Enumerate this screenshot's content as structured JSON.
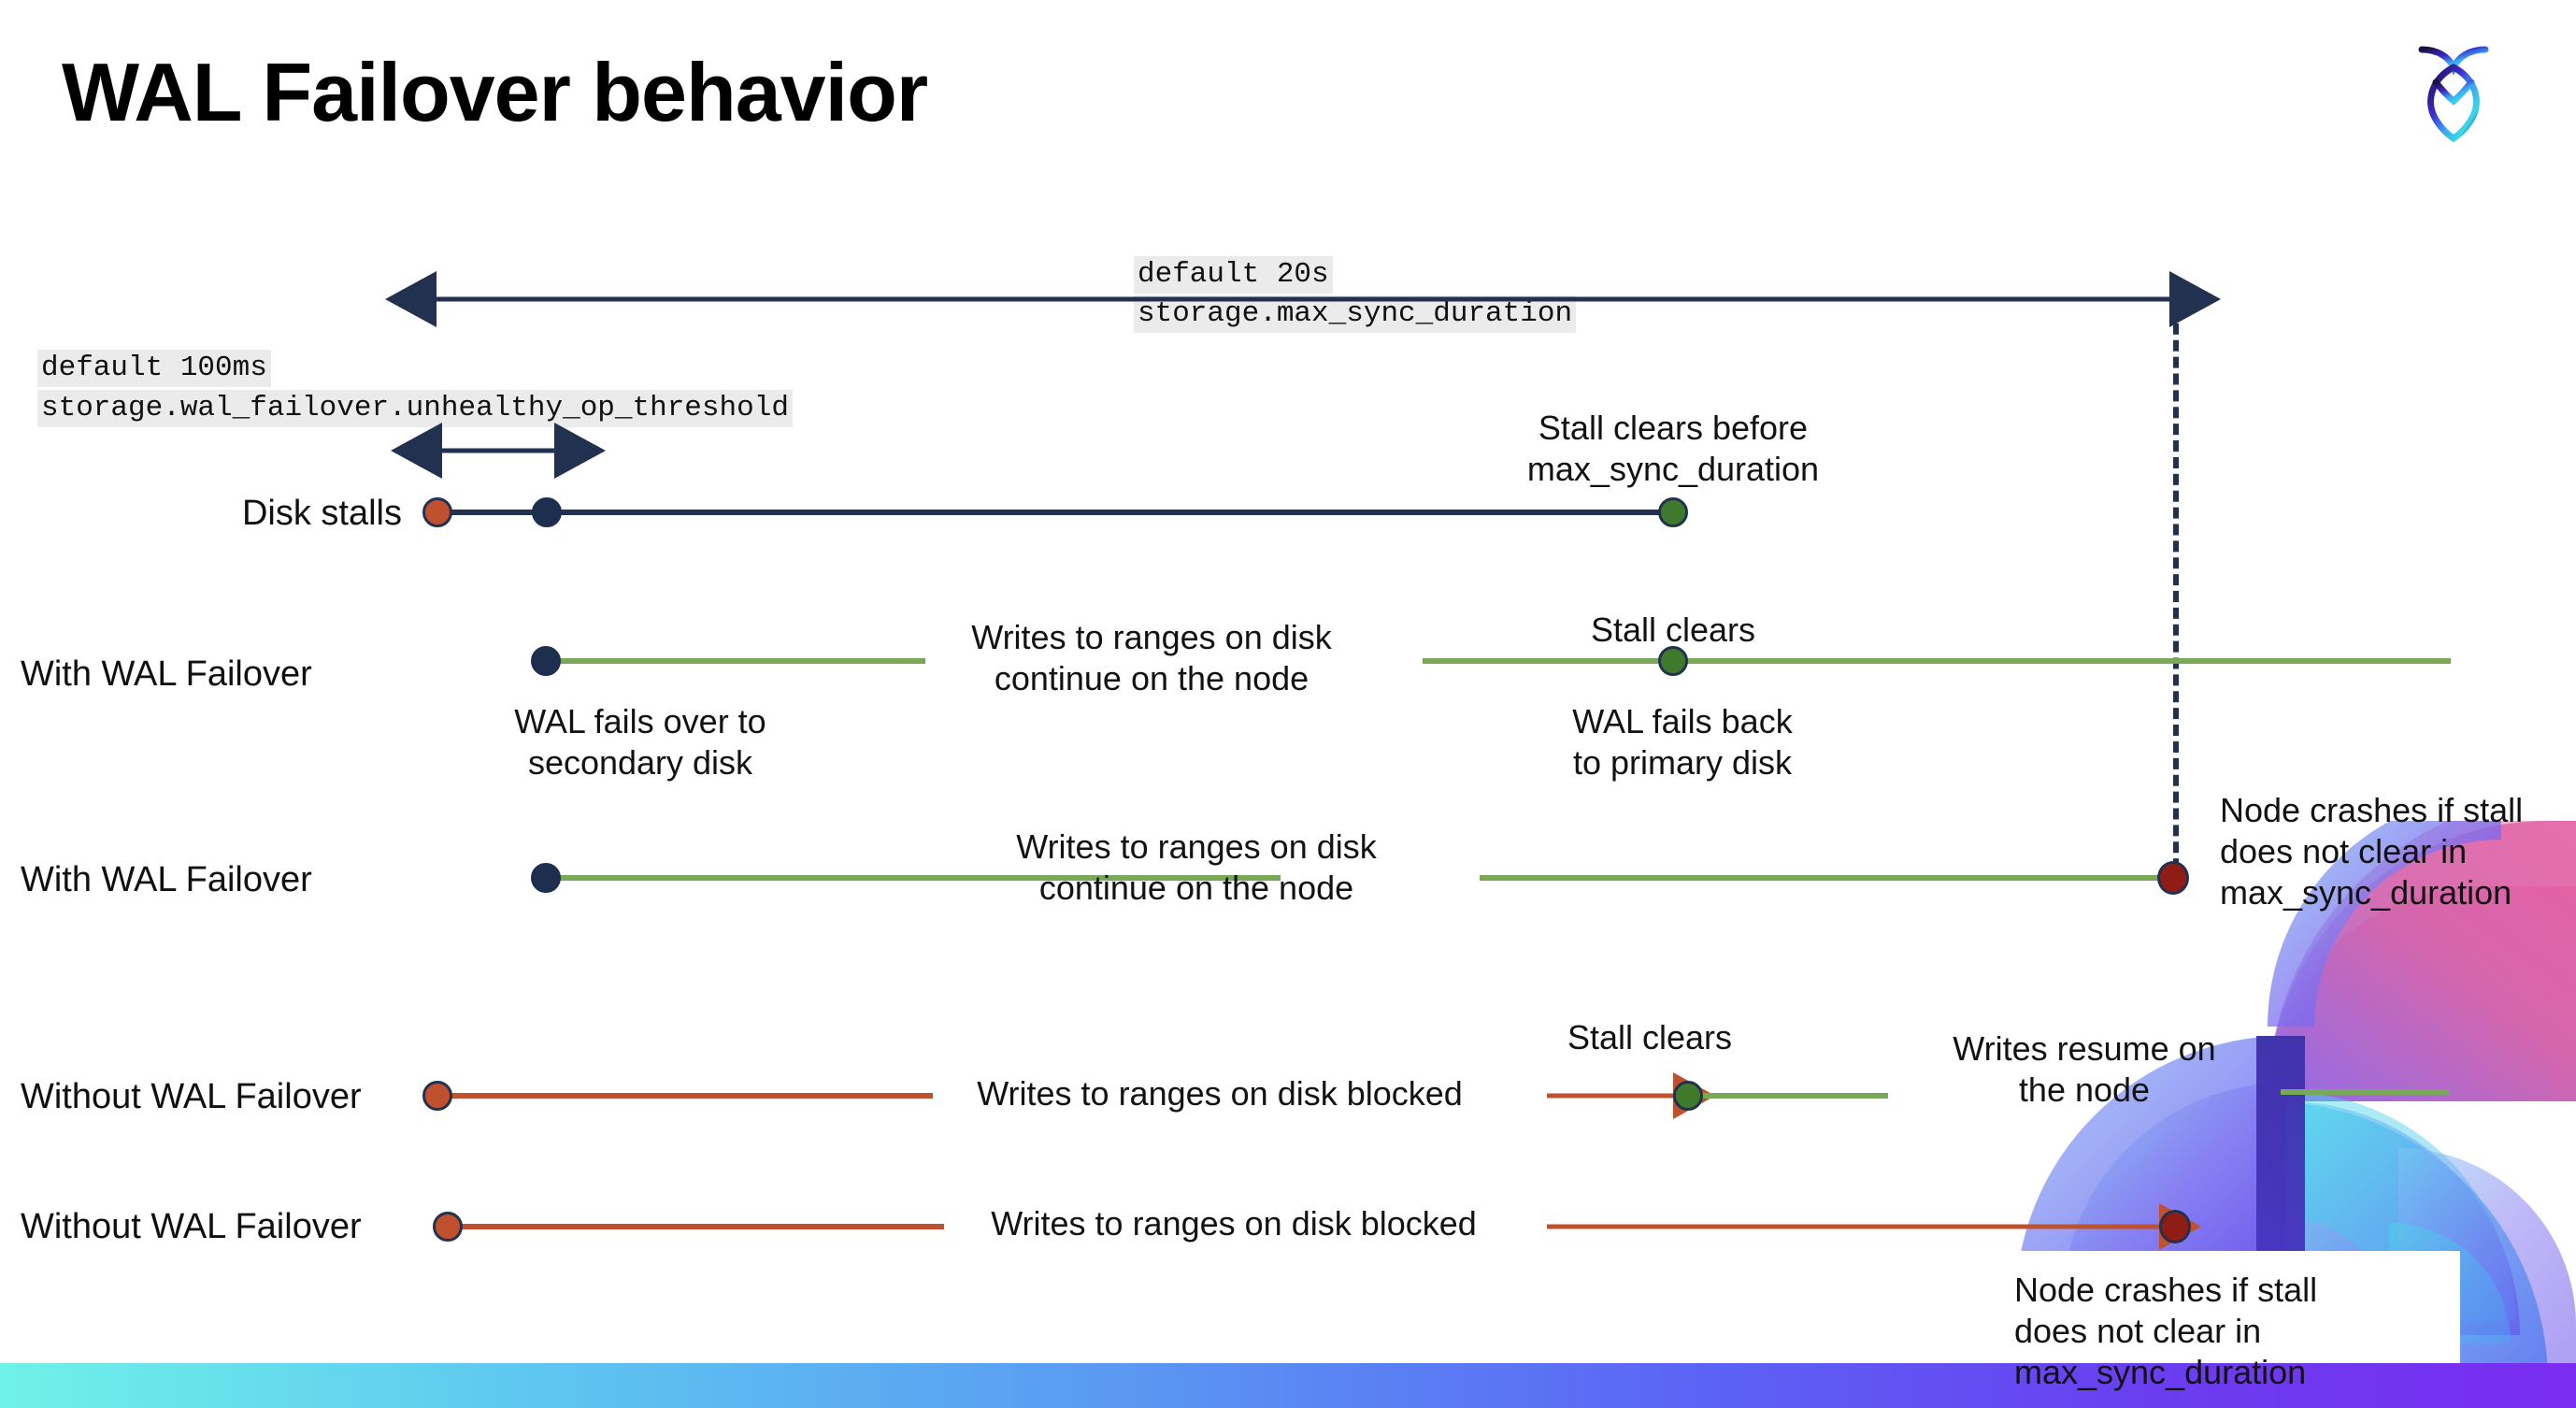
{
  "slide": {
    "title": "WAL Failover behavior",
    "logo_name": "cockroachdb-logo"
  },
  "settings": [
    {
      "id": "max-sync-duration",
      "default_line": "default 20s",
      "name_line": "storage.max_sync_duration"
    },
    {
      "id": "unhealthy-op-threshold",
      "default_line": "default 100ms",
      "name_line": "storage.wal_failover.unhealthy_op_threshold"
    }
  ],
  "rows": [
    {
      "id": "disk-stalls",
      "label": "Disk stalls",
      "annotations": [
        {
          "id": "stall-clears-before",
          "text": "Stall clears before\nmax_sync_duration"
        }
      ]
    },
    {
      "id": "with-wal-failover-clears",
      "label": "With WAL Failover",
      "annotations": [
        {
          "id": "writes-continue-1",
          "text": "Writes to ranges on disk\ncontinue on the node"
        },
        {
          "id": "stall-clears-1",
          "text": "Stall clears"
        },
        {
          "id": "wal-fails-over",
          "text": "WAL fails over to\nsecondary disk"
        },
        {
          "id": "wal-fails-back",
          "text": "WAL fails  back\nto primary disk"
        }
      ]
    },
    {
      "id": "with-wal-failover-crash",
      "label": "With WAL Failover",
      "annotations": [
        {
          "id": "writes-continue-2",
          "text": "Writes to ranges on disk\ncontinue on the node"
        },
        {
          "id": "node-crashes-1",
          "text": "Node crashes if stall\ndoes not clear in\nmax_sync_duration"
        }
      ]
    },
    {
      "id": "without-wal-failover-clears",
      "label": "Without WAL Failover",
      "annotations": [
        {
          "id": "writes-blocked-1",
          "text": "Writes to ranges on disk  blocked"
        },
        {
          "id": "stall-clears-2",
          "text": "Stall clears"
        },
        {
          "id": "writes-resume",
          "text": "Writes resume on\nthe node"
        }
      ]
    },
    {
      "id": "without-wal-failover-crash",
      "label": "Without WAL Failover",
      "annotations": [
        {
          "id": "writes-blocked-2",
          "text": "Writes to ranges on disk  blocked"
        },
        {
          "id": "node-crashes-2",
          "text": "Node crashes if stall\ndoes not clear in\nmax_sync_duration"
        }
      ]
    }
  ],
  "legend_colors": {
    "navy": "#22314f",
    "green": "#7aa859",
    "red_line": "#c0512e",
    "stall_start_dot": "#c0512e",
    "failover_dot": "#1d2e4f",
    "stall_clear_dot": "#3f7a2c",
    "crash_dot": "#8f1d15",
    "chip_background": "#ebebeb",
    "bottom_bar_from": "#6ff2e8",
    "bottom_bar_to": "#7a2df0"
  }
}
